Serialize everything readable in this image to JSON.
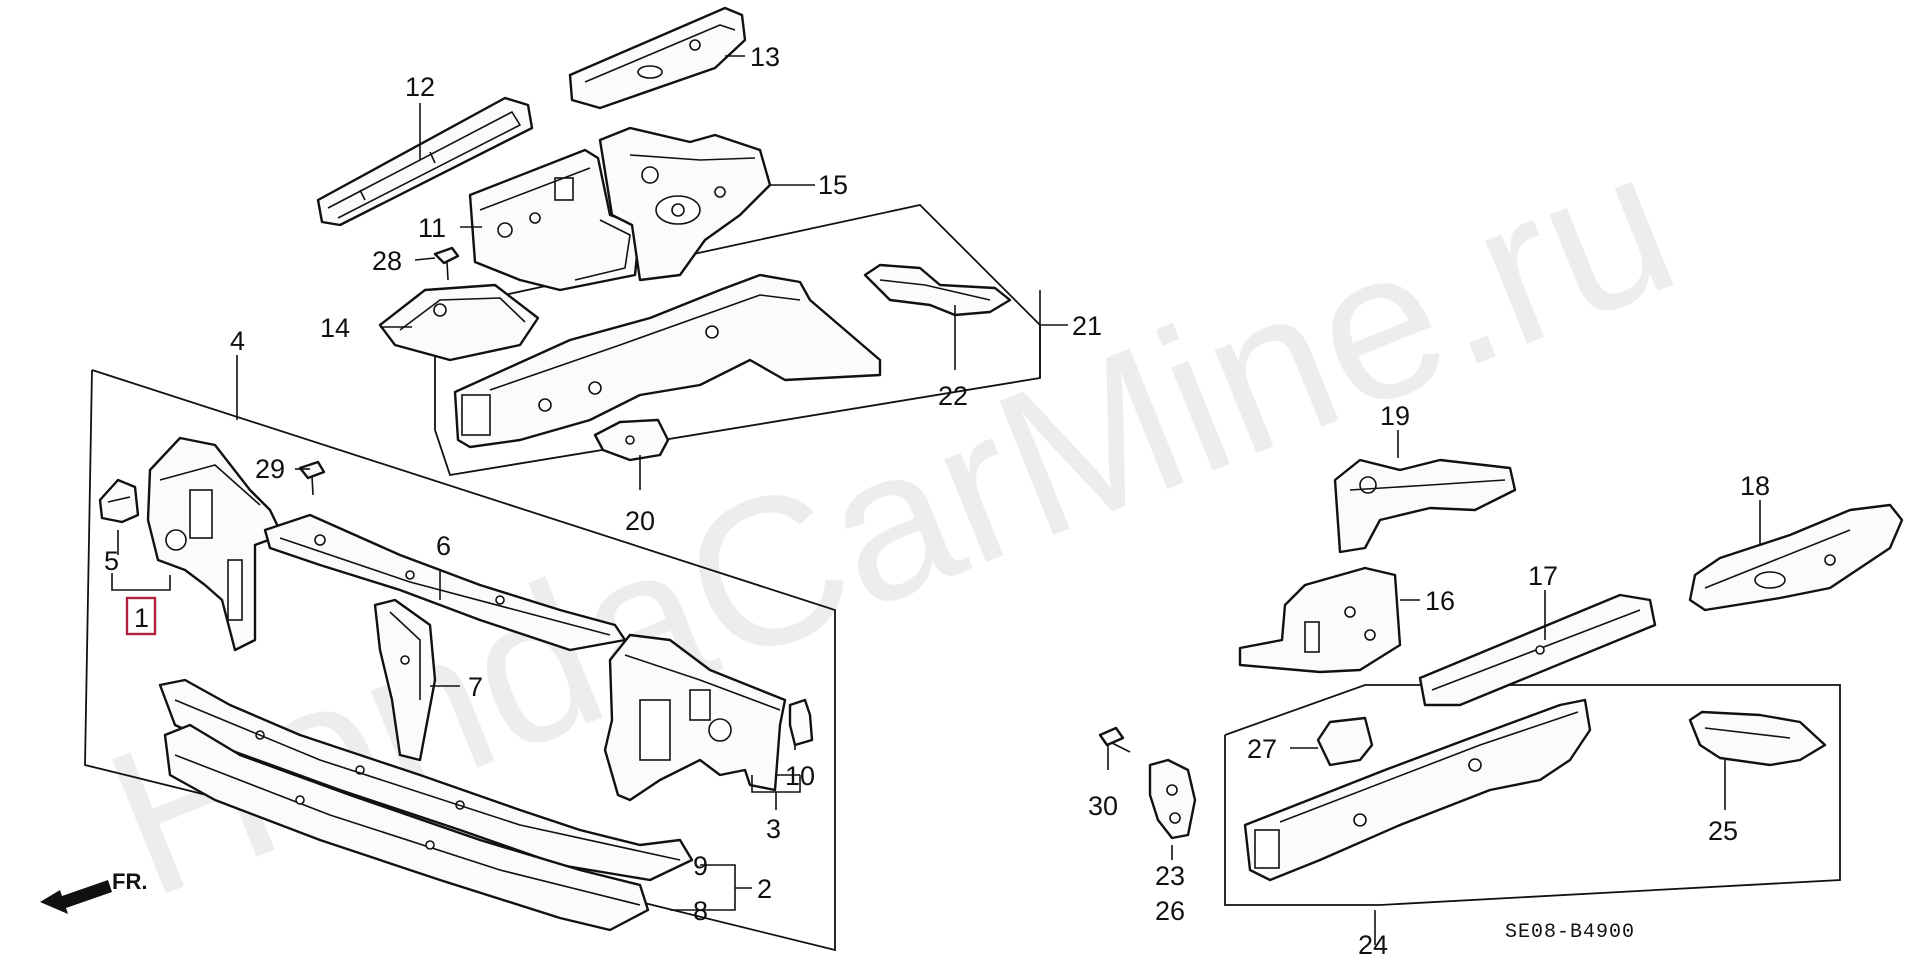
{
  "watermark": "HondaCarMine.ru",
  "diagram_code": "SE08-B4900",
  "direction_label": "FR.",
  "highlight_color": "#b0203c",
  "callouts": {
    "c1": "1",
    "c2": "2",
    "c3": "3",
    "c4": "4",
    "c5": "5",
    "c6": "6",
    "c7": "7",
    "c8": "8",
    "c9": "9",
    "c10": "10",
    "c11": "11",
    "c12": "12",
    "c13": "13",
    "c14": "14",
    "c15": "15",
    "c16": "16",
    "c17": "17",
    "c18": "18",
    "c19": "19",
    "c20": "20",
    "c21": "21",
    "c22": "22",
    "c23": "23",
    "c24": "24",
    "c25": "25",
    "c26": "26",
    "c27": "27",
    "c28": "28",
    "c29": "29",
    "c30": "30"
  }
}
